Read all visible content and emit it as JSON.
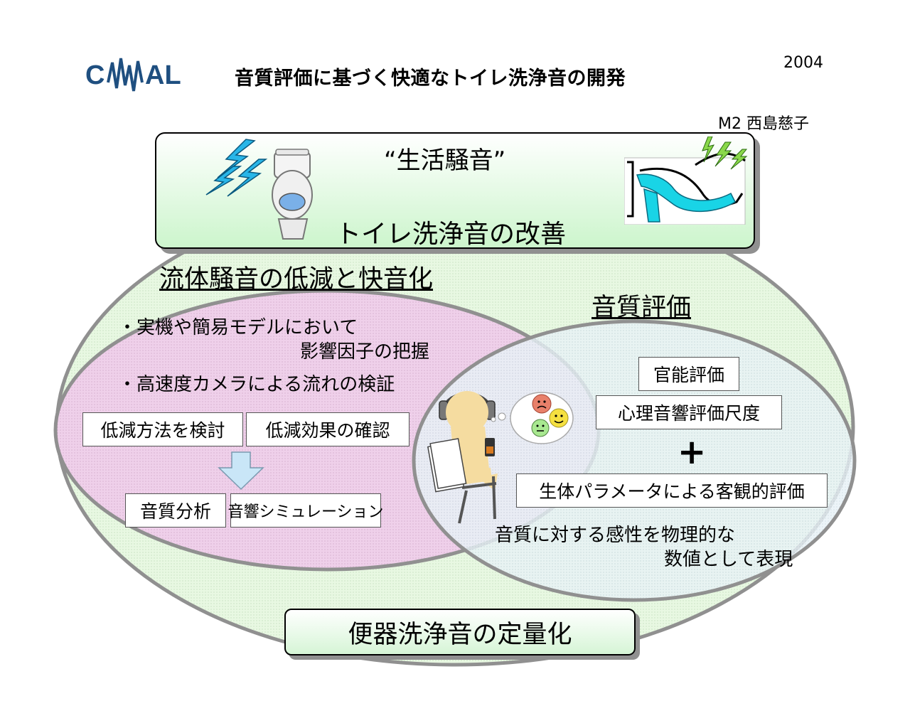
{
  "header": {
    "logo_text": "CAMAL",
    "title": "音質評価に基づく快適なトイレ洗浄音の開発",
    "year": "2004",
    "author": "M2 西島慈子"
  },
  "top_panel": {
    "quote": "“生活騒音”",
    "target": "トイレ洗浄音の改善"
  },
  "left_section": {
    "heading": "流体騒音の低減と快音化",
    "bullet1_line1": "・実機や簡易モデルにおいて",
    "bullet1_line2": "影響因子の把握",
    "bullet2": "・高速度カメラによる流れの検証",
    "box_method": "低減方法を検討",
    "box_effect": "低減効果の確認",
    "box_analysis": "音質分析",
    "box_simulation": "音響シミュレーション"
  },
  "right_section": {
    "heading": "音質評価",
    "box_sensory": "官能評価",
    "box_psycho": "心理音響評価尺度",
    "plus": "+",
    "box_bio": "生体パラメータによる客観的評価",
    "desc_line1": "音質に対する感性を物理的な",
    "desc_line2": "数値として表現"
  },
  "bottom": {
    "label": "便器洗浄音の定量化"
  },
  "colors": {
    "outer_ellipse": "#e6f7e0",
    "left_ellipse": "#eccce6",
    "right_ellipse": "#e6f0f5",
    "lightning": "#29b6e8",
    "water": "#19d4e6",
    "arrow": "#c9e6f7",
    "logo_blue": "#1f4f80"
  }
}
